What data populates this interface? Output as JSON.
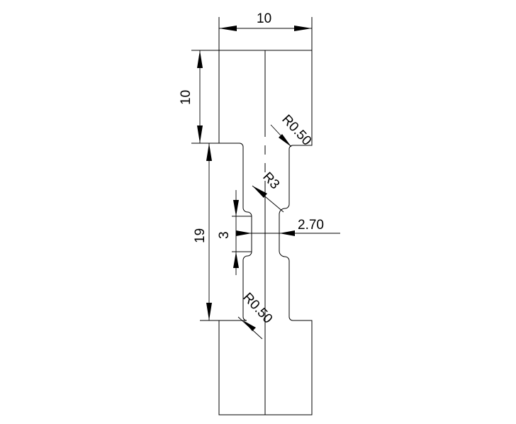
{
  "drawing": {
    "dimensions": {
      "top_width": "10",
      "top_height": "10",
      "middle_height": "19",
      "notch_width": "3",
      "neck_width": "2.70",
      "radius_top": "R0.50",
      "radius_mid": "R3",
      "radius_bottom": "R0.50"
    }
  }
}
